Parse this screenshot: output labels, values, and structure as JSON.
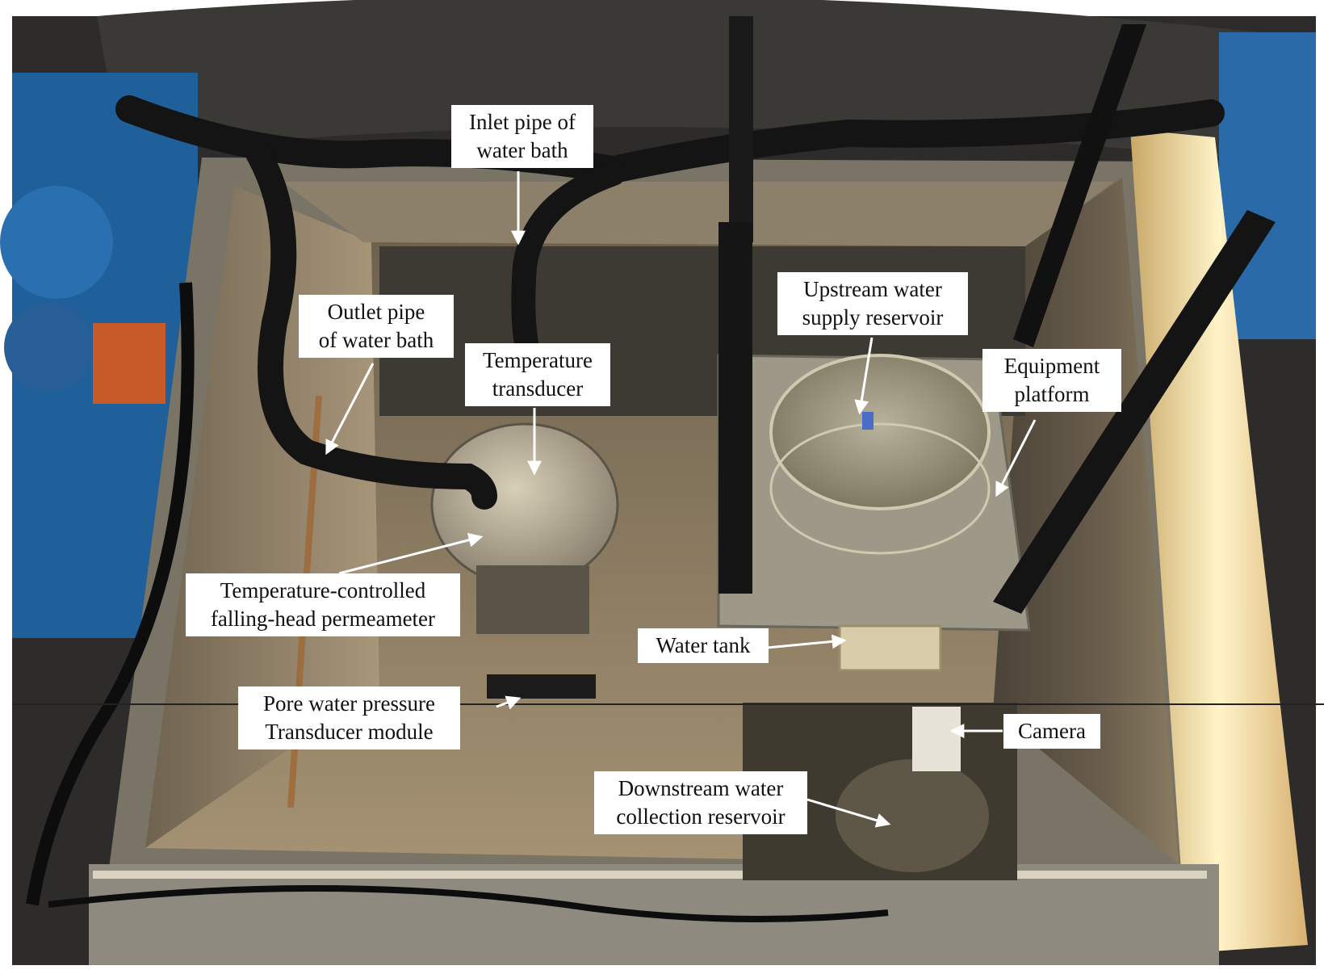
{
  "labels": {
    "inlet_pipe": {
      "line1": "Inlet pipe of",
      "line2": "water bath"
    },
    "outlet_pipe": {
      "line1": "Outlet pipe",
      "line2": "of water bath"
    },
    "temperature_transducer": {
      "line1": "Temperature",
      "line2": "transducer"
    },
    "upstream_reservoir": {
      "line1": "Upstream water",
      "line2": "supply reservoir"
    },
    "equipment_platform": {
      "line1": "Equipment",
      "line2": "platform"
    },
    "permeameter": {
      "line1": "Temperature-controlled",
      "line2": "falling-head permeameter"
    },
    "water_tank": {
      "line1": "Water tank"
    },
    "pore_pressure_module": {
      "line1": "Pore water pressure",
      "line2": "Transducer module"
    },
    "camera": {
      "line1": "Camera"
    },
    "downstream_reservoir": {
      "line1": "Downstream water",
      "line2": "collection reservoir"
    }
  },
  "colors": {
    "frame_blue": "#1f5f9a",
    "pipe_black": "#141414",
    "wall_tan": "#8a7a62",
    "floor_tan": "#a89574",
    "light_glow": "#f4e6b8",
    "arrow_white": "#ffffff"
  }
}
